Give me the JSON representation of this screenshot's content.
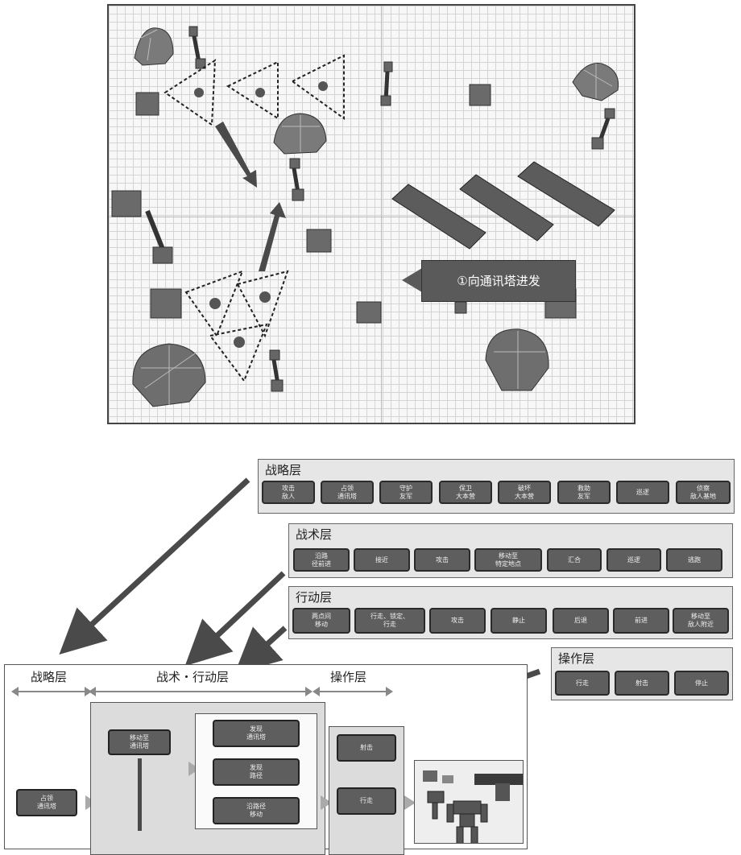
{
  "map": {
    "callout": "①向通讯塔进发"
  },
  "strategy_layer": {
    "title": "战略层",
    "items": [
      "攻击\n敌人",
      "占领\n通讯塔",
      "守护\n友军",
      "保卫\n大本营",
      "破坏\n大本营",
      "救助\n友军",
      "巡逻",
      "侦察\n敌人基地"
    ]
  },
  "tactics_layer": {
    "title": "战术层",
    "items": [
      "沿路\n径前进",
      "接近",
      "攻击",
      "移动至\n特定地点",
      "汇合",
      "巡逻",
      "逃跑"
    ]
  },
  "action_layer": {
    "title": "行动层",
    "items": [
      "两点间\n移动",
      "行走、锁定、\n行走",
      "攻击",
      "静止",
      "后退",
      "前进",
      "移动至\n敌人附近"
    ]
  },
  "operation_layer": {
    "title": "操作层",
    "items": [
      "行走",
      "射击",
      "停止"
    ]
  },
  "flow": {
    "header_strategy": "战略层",
    "header_tactics": "战术・行动层",
    "header_operation": "操作层",
    "start_node": "占领\n通讯塔",
    "move_node": "移动至\n通讯塔",
    "step_discover": "发现\n通讯塔",
    "step_path": "发现\n路径",
    "step_follow": "沿路径\n移动",
    "op_shoot": "射击",
    "op_walk": "行走"
  },
  "colors": {
    "chip_fill": "#5e5e5e",
    "panel_fill": "#e6e6e6",
    "arrow": "#4a4a4a"
  }
}
